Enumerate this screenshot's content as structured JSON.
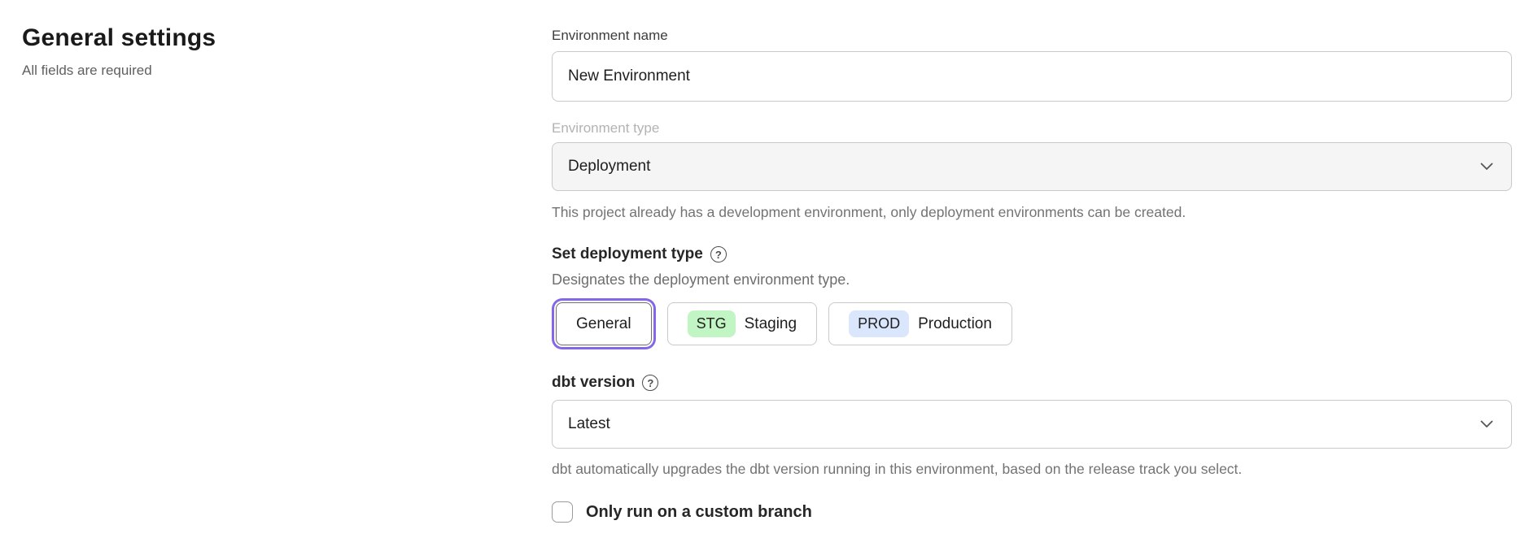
{
  "page": {
    "title": "General settings",
    "subtitle": "All fields are required"
  },
  "form": {
    "environment_name": {
      "label": "Environment name",
      "value": "New Environment"
    },
    "environment_type": {
      "label": "Environment type",
      "value": "Deployment",
      "disabled": true,
      "helper": "This project already has a development environment, only deployment environments can be created."
    },
    "deployment_type": {
      "label": "Set deployment type",
      "help_icon": "?",
      "description": "Designates the deployment environment type.",
      "options": [
        {
          "label": "General",
          "selected": true
        },
        {
          "badge": "STG",
          "label": "Staging",
          "selected": false
        },
        {
          "badge": "PROD",
          "label": "Production",
          "selected": false
        }
      ]
    },
    "dbt_version": {
      "label": "dbt version",
      "help_icon": "?",
      "value": "Latest",
      "helper": "dbt automatically upgrades the dbt version running in this environment, based on the release track you select."
    },
    "custom_branch": {
      "label": "Only run on a custom branch",
      "checked": false
    }
  },
  "colors": {
    "accent_ring": "#8566e8",
    "staging_badge": "#c2f5c4",
    "production_badge": "#d9e6fb",
    "disabled_field_bg": "#f5f5f6"
  }
}
